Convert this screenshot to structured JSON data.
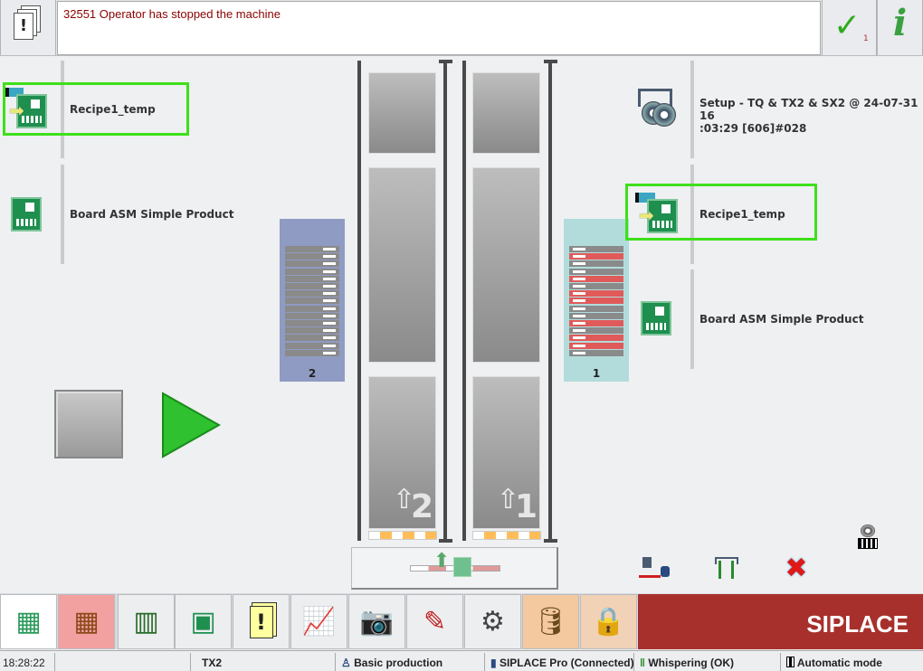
{
  "message": {
    "text": "32551 Operator has stopped the machine",
    "ack_count": "1"
  },
  "left_items": [
    {
      "label": "Recipe1_temp",
      "icon": "recipe-icon",
      "highlighted": true
    },
    {
      "label": "Board ASM Simple Product",
      "icon": "board-icon",
      "highlighted": false
    }
  ],
  "right_items": [
    {
      "line1": "Setup - TQ & TX2 & SX2 @ 24-07-31 16",
      "line2": ":03:29 [606]#028",
      "icon": "setup-icon"
    },
    {
      "label": "Recipe1_temp",
      "icon": "recipe-icon",
      "highlighted": true
    },
    {
      "label": "Board ASM Simple Product",
      "icon": "board-icon"
    }
  ],
  "feeders": [
    {
      "label": "2",
      "color": "#8f9bc2",
      "rows": [
        "ok",
        "ok",
        "ok",
        "ok",
        "ok",
        "ok",
        "ok",
        "ok",
        "ok",
        "ok",
        "ok",
        "ok",
        "ok",
        "ok",
        "ok"
      ]
    },
    {
      "label": "1",
      "color": "#b2dcdc",
      "rows": [
        "ok",
        "err",
        "ok",
        "ok",
        "err",
        "ok",
        "err",
        "err",
        "ok",
        "ok",
        "err",
        "ok",
        "err",
        "err",
        "ok"
      ]
    }
  ],
  "lanes": [
    {
      "label": "2"
    },
    {
      "label": "1"
    }
  ],
  "nav": {
    "buttons": [
      "boards",
      "feeder-table",
      "feeder-status",
      "pcb",
      "messages",
      "statistics",
      "camera",
      "tools",
      "settings",
      "maintenance",
      "user-lock"
    ],
    "brand": "SIPLACE"
  },
  "status": {
    "time": "18:28:22",
    "station": "TX2",
    "mode": "Basic production",
    "connection": "SIPLACE Pro (Connected)",
    "whisper": "Whispering (OK)",
    "operation": "Automatic mode"
  }
}
